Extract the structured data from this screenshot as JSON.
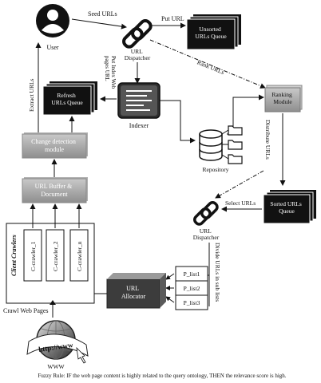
{
  "nodes": {
    "user": "User",
    "url_dispatcher_top": "URL\nDispatcher",
    "unsorted_queue": "Unsorted\nURLs Queue",
    "refresh_queue": "Refresh\nURLs Queue",
    "indexer": "Indexer",
    "ranking_module": "Ranking\nModule",
    "repository": "Repository",
    "change_detection": "Change detection\nmodule",
    "url_buffer": "URL Buffer &\nDocument",
    "client_crawlers": "Client Crawlers",
    "crawler_1": "C-crawler_1",
    "crawler_2": "C-crawler_2",
    "crawler_n": "C-crawler_n",
    "url_dispatcher_bottom": "URL\nDispatcher",
    "sorted_queue": "Sorted URLs\nQueue",
    "url_allocator": "URL\nAllocator",
    "plist1": "P_list1",
    "plist2": "P_list2",
    "plist3": "P_list3",
    "www": "WWW",
    "www_text": "http://www"
  },
  "edge_labels": {
    "seed_urls": "Seed URLs",
    "put_url": "Put URL",
    "rank_urls": "Rank URLs",
    "put_index": "Put Index Web\npages URL",
    "extract_urls": "Extract URLs",
    "distribute_urls": "Distribute URLs",
    "select_urls": "Select URLs",
    "divide_urls": "Divide URLs in sub lists",
    "crawl_web_pages": "Crawl Web Pages"
  },
  "caption": "Fuzzy Rule: IF the web page content is highly related to the query ontology, THEN the relevance score is high."
}
